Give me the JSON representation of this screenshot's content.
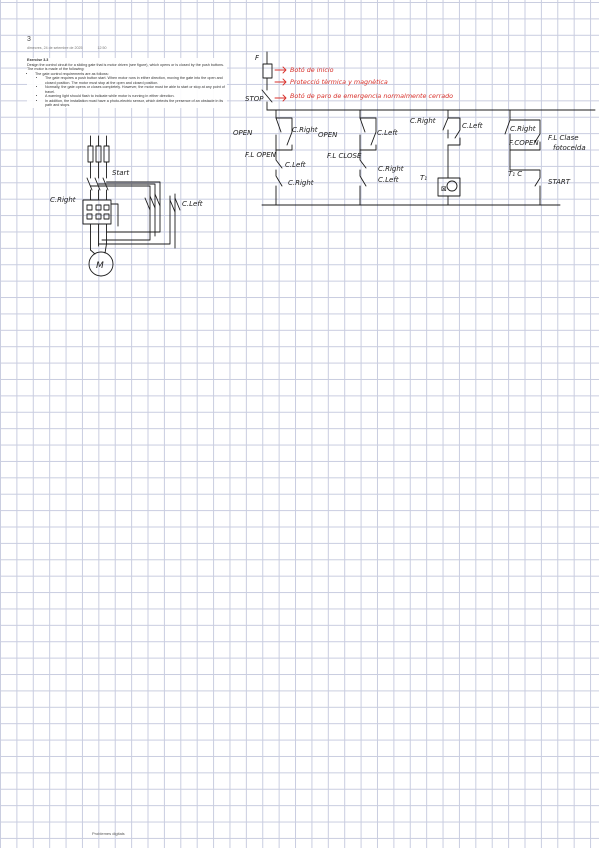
{
  "document": {
    "number": "3",
    "meta": [
      "dimecres, 24 de setembre de 2025",
      "12:50"
    ],
    "footer": "Problemes digitals"
  },
  "exercise": {
    "title": "Exercise 3.3",
    "intro": "Design the control circuit for a sliding gate that is motor driven (see figure), which opens or is closed by the push buttons. The motor is made of the following:",
    "lead": "The gate control requirements are as follows:",
    "bullets": [
      "The gate requires a push button start. When motor runs in either direction, moving the gate into the open and closed position. The motor must stop at the open and closed position.",
      "Normally, the gate opens or closes completely. However, the motor must be able to start or stop at any point of travel.",
      "A warning light should flash to indicate while motor is running in either direction.",
      "In addition, the installation must have a photo-electric sensor, which detects the presence of an obstacle in its path and stops."
    ]
  },
  "power_circuit": {
    "labels": {
      "start": "Start",
      "right": "C.Right",
      "left": "C.Left",
      "motor": "M"
    }
  },
  "control_circuit": {
    "labels": {
      "fuse": "F",
      "stop": "STOP",
      "open1": "OPEN",
      "right1": "C.Right",
      "fc_open": "F.L OPEN",
      "left1": "C.Left",
      "right2": "C.Right",
      "close1": "OPEN",
      "left2": "C.Left",
      "fc_close": "F.L CLOSE",
      "right3": "C.Right",
      "left3": "C.Left",
      "right4": "C.Right",
      "left4": "C.Left",
      "t1": "T₁",
      "right5": "C.Right",
      "fc_open2": "F.COPEN",
      "fc_close2": "F.L Clase",
      "photocell": "fotocelda",
      "t1c": "T₁ C",
      "start": "START"
    },
    "annotations": {
      "button": "Botó de inicio",
      "thermal": "Protecció tèrmica y magnètica",
      "emergency": "Botó de paro de emergencia normalmente cerrado"
    }
  }
}
